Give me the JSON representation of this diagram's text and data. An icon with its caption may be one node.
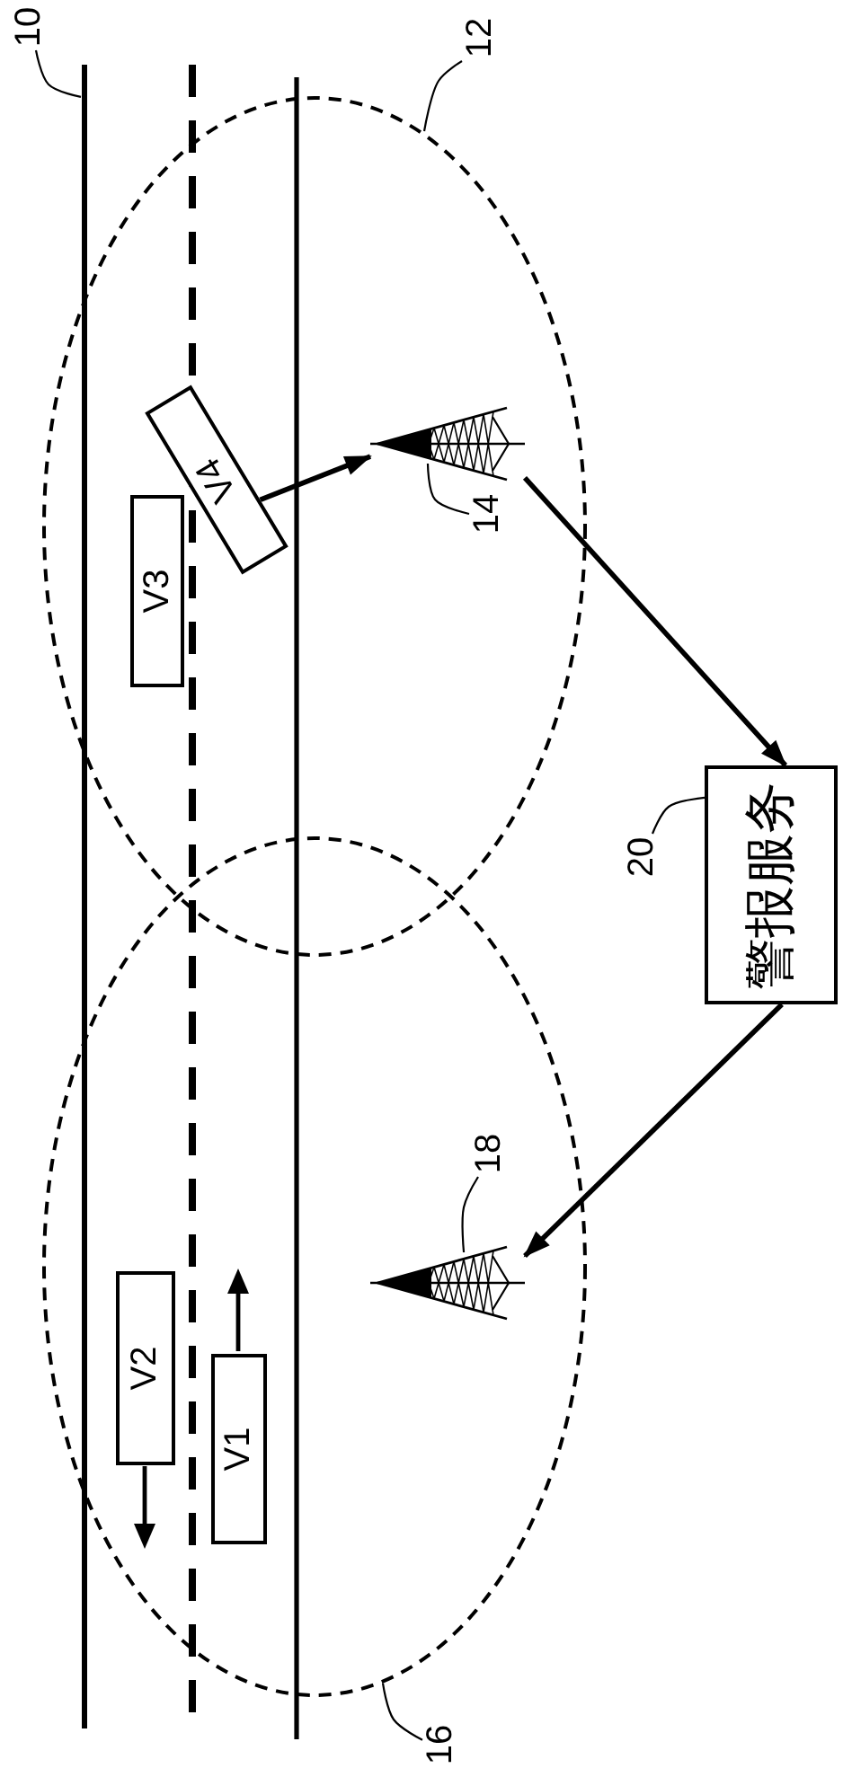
{
  "diagram": {
    "nodes": [
      {
        "text": [
          "10"
        ]
      },
      {
        "text": [],
        "shape": "line"
      },
      {
        "text": [
          "12"
        ]
      },
      {
        "text": [],
        "shape": "ellipse"
      },
      {
        "text": [
          "V4"
        ],
        "in": 3
      },
      {
        "text": [],
        "shape": "tower",
        "in": 3
      },
      {
        "text": [
          "14"
        ],
        "in": 3
      },
      {
        "text": [
          "V3"
        ],
        "in": 3
      },
      {
        "text": [
          "20"
        ]
      },
      {
        "text": [
          "警报服务"
        ]
      },
      {
        "text": [],
        "shape": "ellipse"
      },
      {
        "text": [],
        "shape": "tower",
        "in": 10
      },
      {
        "text": [
          "18"
        ],
        "in": 10
      },
      {
        "text": [
          "V2"
        ],
        "in": 10
      },
      {
        "text": [
          "V1"
        ],
        "in": 10
      },
      {
        "text": [
          "16"
        ]
      }
    ],
    "edges": [
      {
        "from": 4,
        "to": 5,
        "arrow": "to",
        "style": "thick"
      },
      {
        "from": 5,
        "to": 9,
        "arrow": "to",
        "style": "thick"
      },
      {
        "from": 9,
        "to": 11,
        "arrow": "to",
        "style": "thick"
      },
      {
        "from": 0,
        "to": 1,
        "arrow": "none"
      },
      {
        "from": 2,
        "to": 3,
        "arrow": "none"
      },
      {
        "from": 6,
        "to": 5,
        "arrow": "none"
      },
      {
        "from": 8,
        "to": 9,
        "arrow": "none"
      },
      {
        "from": 12,
        "to": 11,
        "arrow": "none"
      },
      {
        "from": 15,
        "to": 10,
        "arrow": "none"
      }
    ]
  }
}
